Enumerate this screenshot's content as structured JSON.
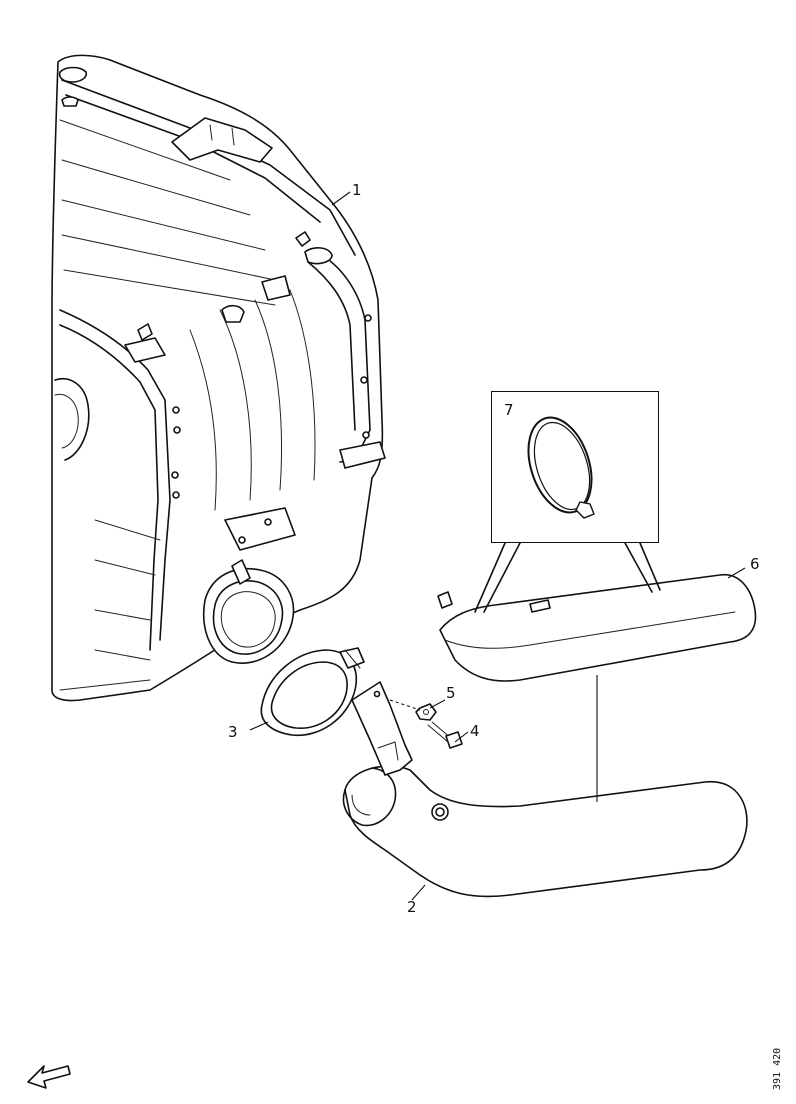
{
  "diagram": {
    "callouts": [
      {
        "id": "1",
        "label": "1"
      },
      {
        "id": "2",
        "label": "2"
      },
      {
        "id": "3",
        "label": "3"
      },
      {
        "id": "4",
        "label": "4"
      },
      {
        "id": "5",
        "label": "5"
      },
      {
        "id": "6",
        "label": "6"
      },
      {
        "id": "7",
        "label": "7"
      }
    ],
    "drawing_code": "391 420",
    "icons": {
      "direction_arrow": "front-direction-arrow-icon"
    }
  }
}
